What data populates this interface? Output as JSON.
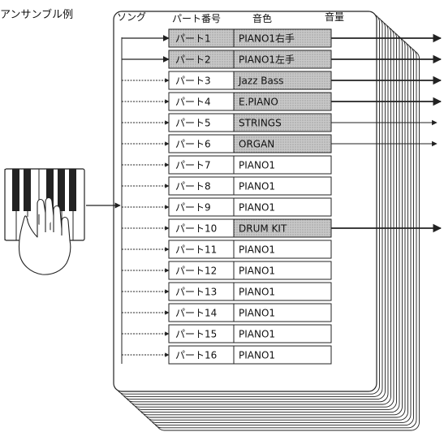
{
  "title": "アンサンブル例",
  "headers": {
    "song": "ソング",
    "part_number": "パート番号",
    "tone": "音色",
    "volume": "音量"
  },
  "colors": {
    "line": "#222222",
    "shaded_fill": "#c8c8c8",
    "plain_fill": "#ffffff"
  },
  "parts": [
    {
      "label": "パート1",
      "tone": "PIANO1右手",
      "shaded": true,
      "highlighted": true,
      "output": "long"
    },
    {
      "label": "パート2",
      "tone": "PIANO1左手",
      "shaded": true,
      "highlighted": true,
      "output": "long"
    },
    {
      "label": "パート3",
      "tone": "Jazz Bass",
      "shaded": true,
      "highlighted": false,
      "output": "long"
    },
    {
      "label": "パート4",
      "tone": "E.PIANO",
      "shaded": true,
      "highlighted": false,
      "output": "long"
    },
    {
      "label": "パート5",
      "tone": "STRINGS",
      "shaded": true,
      "highlighted": false,
      "output": "short"
    },
    {
      "label": "パート6",
      "tone": "ORGAN",
      "shaded": true,
      "highlighted": false,
      "output": "short"
    },
    {
      "label": "パート7",
      "tone": "PIANO1",
      "shaded": false,
      "highlighted": false,
      "output": "none"
    },
    {
      "label": "パート8",
      "tone": "PIANO1",
      "shaded": false,
      "highlighted": false,
      "output": "none"
    },
    {
      "label": "パート9",
      "tone": "PIANO1",
      "shaded": false,
      "highlighted": false,
      "output": "none"
    },
    {
      "label": "パート10",
      "tone": "DRUM KIT",
      "shaded": true,
      "highlighted": false,
      "output": "long"
    },
    {
      "label": "パート11",
      "tone": "PIANO1",
      "shaded": false,
      "highlighted": false,
      "output": "none"
    },
    {
      "label": "パート12",
      "tone": "PIANO1",
      "shaded": false,
      "highlighted": false,
      "output": "none"
    },
    {
      "label": "パート13",
      "tone": "PIANO1",
      "shaded": false,
      "highlighted": false,
      "output": "none"
    },
    {
      "label": "パート14",
      "tone": "PIANO1",
      "shaded": false,
      "highlighted": false,
      "output": "none"
    },
    {
      "label": "パート15",
      "tone": "PIANO1",
      "shaded": false,
      "highlighted": false,
      "output": "none"
    },
    {
      "label": "パート16",
      "tone": "PIANO1",
      "shaded": false,
      "highlighted": false,
      "output": "none"
    }
  ]
}
